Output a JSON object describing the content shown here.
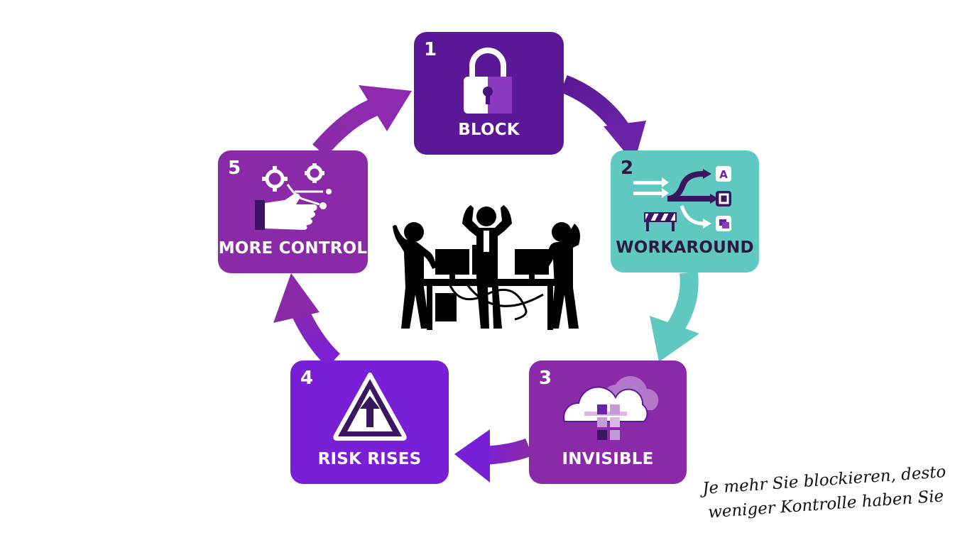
{
  "diagram": {
    "steps": [
      {
        "number": "1",
        "label": "BLOCK",
        "icon": "padlock-icon",
        "color": "#5a1896"
      },
      {
        "number": "2",
        "label": "WORKAROUND",
        "icon": "workaround-icon",
        "color": "#5ec8c1"
      },
      {
        "number": "3",
        "label": "INVISIBLE",
        "icon": "cloud-icon",
        "color": "#8a2aa8"
      },
      {
        "number": "4",
        "label": "RISK RISES",
        "icon": "warning-icon",
        "color": "#7a1fd8"
      },
      {
        "number": "5",
        "label": "MORE CONTROL",
        "icon": "gear-hand-icon",
        "color": "#8b2aa9"
      }
    ],
    "center_icon": "frustrated-workers-icon"
  },
  "caption": {
    "line1": "Je mehr Sie blockieren, desto",
    "line2": "weniger Kontrolle haben Sie"
  }
}
